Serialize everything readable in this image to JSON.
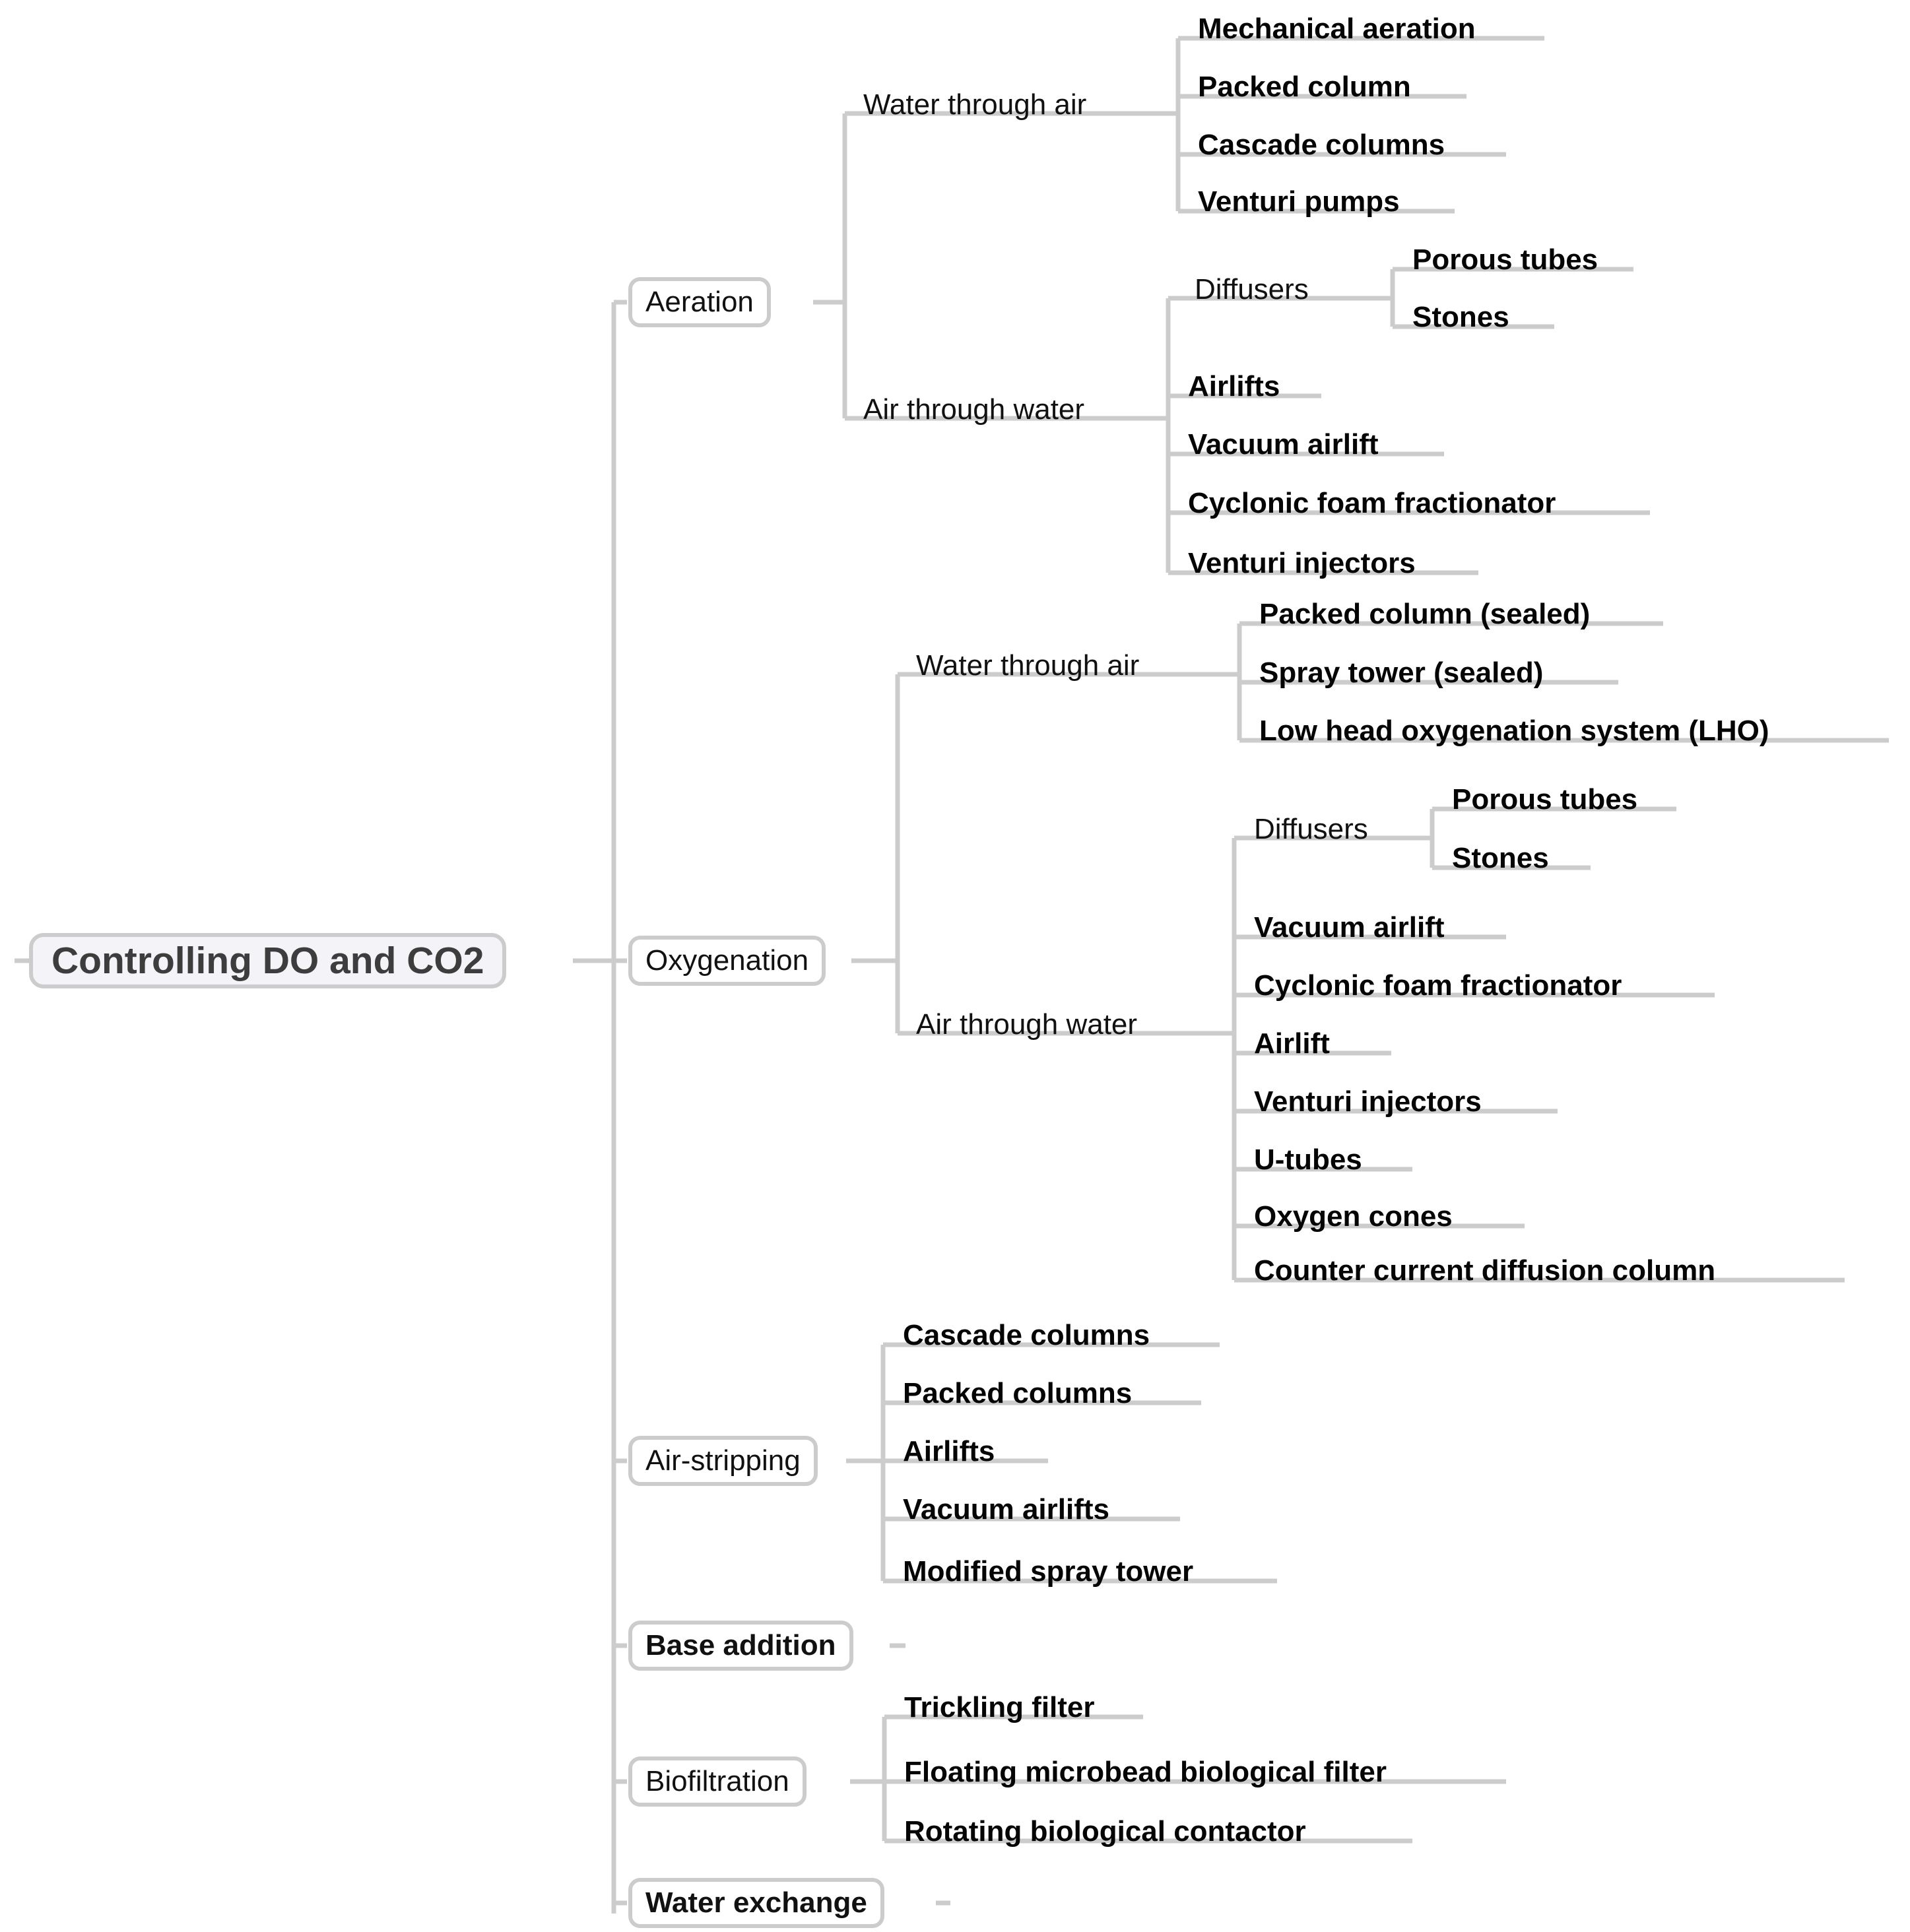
{
  "diagram": {
    "type": "mind-map",
    "orientation": "left-to-right",
    "root": "Controlling DO and CO2",
    "colors": {
      "connector": "#cccccc",
      "root_fill": "#f4f4f8",
      "root_text": "#3d3d3d",
      "node_fill": "#ffffff",
      "node_border": "#cccccc",
      "text": "#111111",
      "background": "#ffffff"
    }
  },
  "nodes": {
    "root": "Controlling DO and CO2",
    "aeration": "Aeration",
    "aeration_wta": "Water through air",
    "aeration_wta_1": "Mechanical aeration",
    "aeration_wta_2": "Packed column",
    "aeration_wta_3": "Cascade columns",
    "aeration_wta_4": "Venturi pumps",
    "aeration_atw": "Air through water",
    "aeration_diffusers": "Diffusers",
    "aeration_diff_1": "Porous tubes",
    "aeration_diff_2": "Stones",
    "aeration_atw_1": "Airlifts",
    "aeration_atw_2": "Vacuum airlift",
    "aeration_atw_3": "Cyclonic foam fractionator",
    "aeration_atw_4": "Venturi injectors",
    "oxygenation": "Oxygenation",
    "oxy_wta": "Water through air",
    "oxy_wta_1": "Packed column (sealed)",
    "oxy_wta_2": "Spray tower (sealed)",
    "oxy_wta_3": "Low head oxygenation system (LHO)",
    "oxy_atw": "Air through water",
    "oxy_diffusers": "Diffusers",
    "oxy_diff_1": "Porous tubes",
    "oxy_diff_2": "Stones",
    "oxy_atw_1": "Vacuum airlift",
    "oxy_atw_2": "Cyclonic foam fractionator",
    "oxy_atw_3": "Airlift",
    "oxy_atw_4": "Venturi injectors",
    "oxy_atw_5": "U-tubes",
    "oxy_atw_6": "Oxygen cones",
    "oxy_atw_7": "Counter current diffusion column",
    "airstripping": "Air-stripping",
    "as_1": "Cascade columns",
    "as_2": "Packed columns",
    "as_3": "Airlifts",
    "as_4": "Vacuum airlifts",
    "as_5": "Modified spray tower",
    "base_addition": "Base addition",
    "biofiltration": "Biofiltration",
    "bf_1": "Trickling filter",
    "bf_2": "Floating microbead biological filter",
    "bf_3": "Rotating biological contactor",
    "water_exchange": "Water exchange"
  },
  "tree": {
    "label": "Controlling DO and CO2",
    "children": [
      {
        "label": "Aeration",
        "children": [
          {
            "label": "Water through air",
            "children": [
              {
                "label": "Mechanical aeration"
              },
              {
                "label": "Packed column"
              },
              {
                "label": "Cascade columns"
              },
              {
                "label": "Venturi pumps"
              }
            ]
          },
          {
            "label": "Air through water",
            "children": [
              {
                "label": "Diffusers",
                "children": [
                  {
                    "label": "Porous tubes"
                  },
                  {
                    "label": "Stones"
                  }
                ]
              },
              {
                "label": "Airlifts"
              },
              {
                "label": "Vacuum airlift"
              },
              {
                "label": "Cyclonic foam fractionator"
              },
              {
                "label": "Venturi injectors"
              }
            ]
          }
        ]
      },
      {
        "label": "Oxygenation",
        "children": [
          {
            "label": "Water through air",
            "children": [
              {
                "label": "Packed column (sealed)"
              },
              {
                "label": "Spray tower (sealed)"
              },
              {
                "label": "Low head oxygenation system (LHO)"
              }
            ]
          },
          {
            "label": "Air through water",
            "children": [
              {
                "label": "Diffusers",
                "children": [
                  {
                    "label": "Porous tubes"
                  },
                  {
                    "label": "Stones"
                  }
                ]
              },
              {
                "label": "Vacuum airlift"
              },
              {
                "label": "Cyclonic foam fractionator"
              },
              {
                "label": "Airlift"
              },
              {
                "label": "Venturi injectors"
              },
              {
                "label": "U-tubes"
              },
              {
                "label": "Oxygen cones"
              },
              {
                "label": "Counter current diffusion column"
              }
            ]
          }
        ]
      },
      {
        "label": "Air-stripping",
        "children": [
          {
            "label": "Cascade columns"
          },
          {
            "label": "Packed columns"
          },
          {
            "label": "Airlifts"
          },
          {
            "label": "Vacuum airlifts"
          },
          {
            "label": "Modified spray tower"
          }
        ]
      },
      {
        "label": "Base addition"
      },
      {
        "label": "Biofiltration",
        "children": [
          {
            "label": "Trickling filter"
          },
          {
            "label": "Floating microbead biological filter"
          },
          {
            "label": "Rotating biological contactor"
          }
        ]
      },
      {
        "label": "Water exchange"
      }
    ]
  }
}
